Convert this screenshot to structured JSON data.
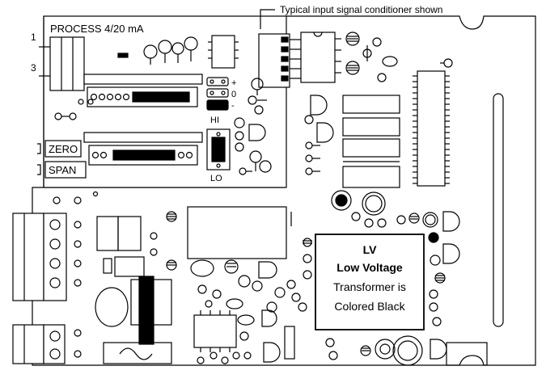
{
  "callout": {
    "text": "Typical input signal conditioner shown"
  },
  "signal_card": {
    "title": "PROCESS 4/20 mA",
    "pin_1": "1",
    "pin_3": "3",
    "plus": "+",
    "zero_mark": "0",
    "minus": "-",
    "hi": "HI",
    "lo": "LO"
  },
  "pots": {
    "zero": "ZERO",
    "span": "SPAN"
  },
  "transformer": {
    "line1": "LV",
    "line2": "Low Voltage",
    "line3": "Transformer is",
    "line4": "Colored Black"
  }
}
